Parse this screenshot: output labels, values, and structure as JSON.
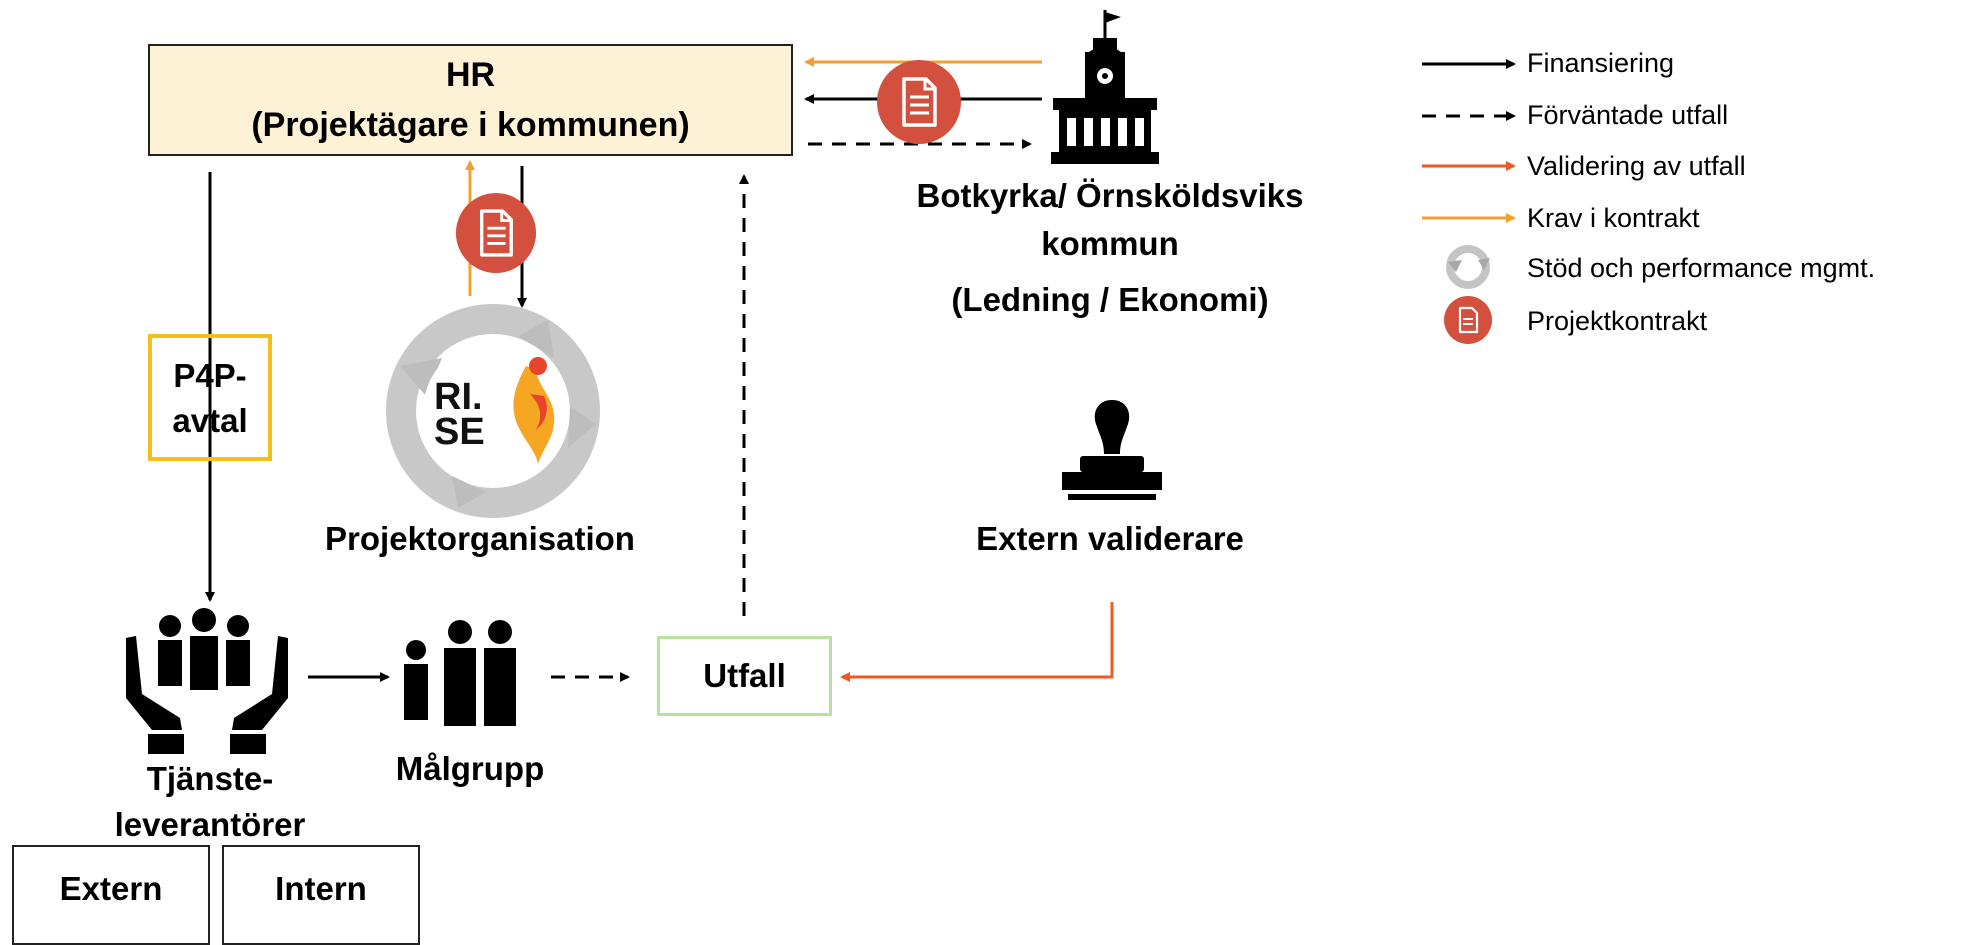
{
  "nodes": {
    "hr_title": "HR",
    "hr_subtitle": "(Projektägare i kommunen)",
    "municipality_line1": "Botkyrka/ Örnsköldsviks",
    "municipality_line2": "kommun",
    "municipality_line3": "(Ledning / Ekonomi)",
    "p4p_line1": "P4P-",
    "p4p_line2": "avtal",
    "project_org": "Projektorganisation",
    "rise_logo_line1": "RI.",
    "rise_logo_line2": "SE",
    "external_validator": "Extern validerare",
    "service_providers_line1": "Tjänste-",
    "service_providers_line2": "leverantörer",
    "target_group": "Målgrupp",
    "outcome": "Utfall",
    "external": "Extern",
    "internal": "Intern"
  },
  "legend": [
    {
      "label": "Finansiering",
      "style": "solid",
      "color": "#000000"
    },
    {
      "label": "Förväntade utfall",
      "style": "dashed",
      "color": "#000000"
    },
    {
      "label": "Validering av utfall",
      "style": "solid",
      "color": "#ee5a24"
    },
    {
      "label": "Krav i kontrakt",
      "style": "solid",
      "color": "#f0a030"
    },
    {
      "label": "Stöd och performance mgmt.",
      "icon": "cycle-icon"
    },
    {
      "label": "Projektkontrakt",
      "icon": "contract-icon"
    }
  ],
  "colors": {
    "financing": "#000000",
    "validation": "#ee5a24",
    "contract_requirement": "#f0a030",
    "contract_badge": "#d4503e",
    "hr_fill": "#fdf2d6",
    "p4p_border": "#f5be1b",
    "outcome_border": "#b8e29a"
  }
}
